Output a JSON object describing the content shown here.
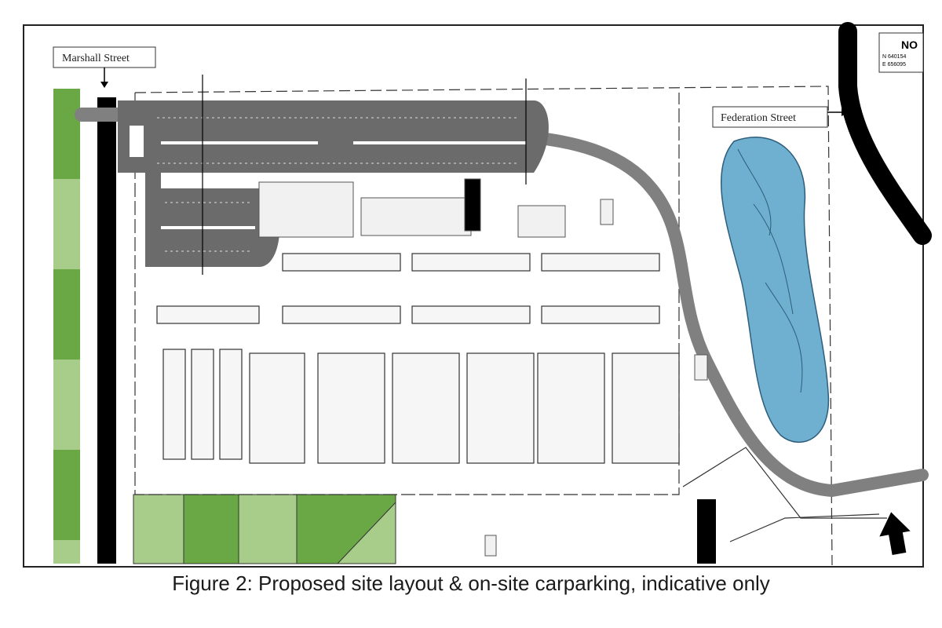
{
  "labels": {
    "marshall_street": "Marshall Street",
    "federation_street": "Federation Street",
    "north_label": "NO",
    "northing": "N 640154",
    "easting": "E 656095"
  },
  "caption": "Figure 2: Proposed site layout & on-site carparking, indicative only",
  "colors": {
    "road": "#808080",
    "parking": "#6b6b6b",
    "pond": "#6fb0d0",
    "green_dark": "#6aa845",
    "green_light": "#a8cc8a",
    "pole": "#000000"
  }
}
